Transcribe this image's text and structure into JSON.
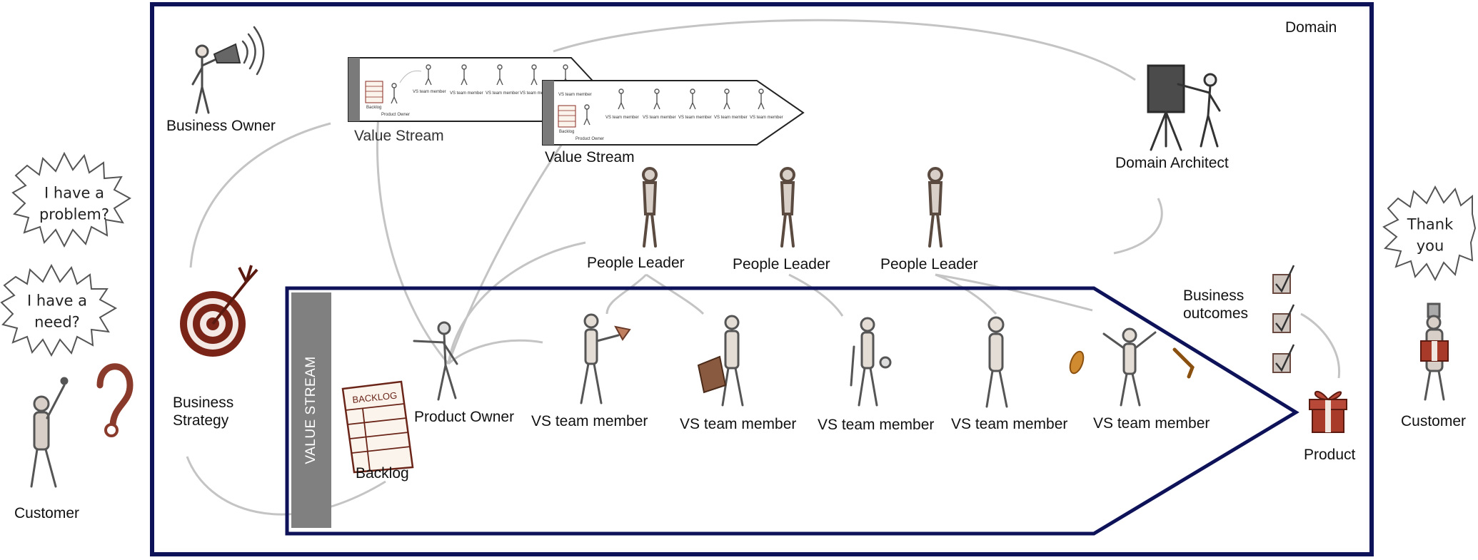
{
  "domain_label": "Domain",
  "bubbles": {
    "problem": "I have a\nproblem?",
    "need": "I have a\nneed?",
    "thanks": "Thank\nyou"
  },
  "roles": {
    "business_owner": "Business Owner",
    "business_strategy": "Business\nStrategy",
    "domain_architect": "Domain Architect",
    "people_leader": "People Leader",
    "product_owner": "Product Owner",
    "backlog": "Backlog",
    "vs_team_member": "VS team member",
    "business_outcomes": "Business\noutcomes",
    "product": "Product",
    "customer": "Customer"
  },
  "value_stream_label": "Value Stream",
  "value_stream_vertical": "VALUE STREAM",
  "backlog_sheet": "BACKLOG",
  "mini": {
    "backlog": "Backlog",
    "product_owner": "Product Owner",
    "vs_team_member": "VS team member"
  },
  "colors": {
    "domain_border": "#0d1259",
    "value_stream_border": "#0d1259",
    "connector": "#c4c4c4",
    "vertical_bar": "#808080",
    "accent_red": "#8a2a20"
  }
}
